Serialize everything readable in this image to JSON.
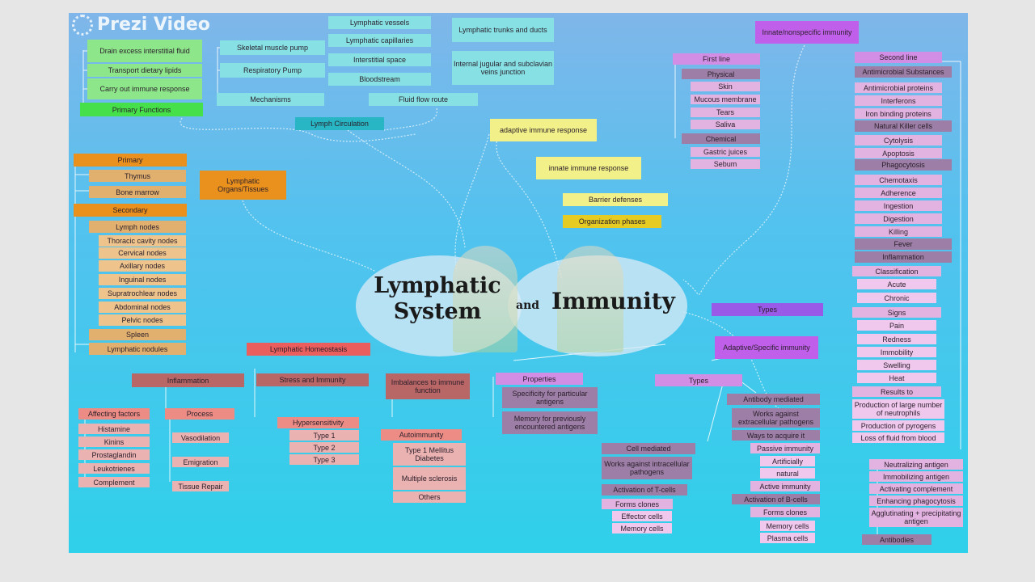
{
  "watermark": "Prezi Video",
  "title": {
    "line1": "Lymphatic",
    "line2": "System",
    "and": "and",
    "immunity": "Immunity"
  },
  "colors": {
    "green": "#8ee68a",
    "green_dark": "#46e04a",
    "teal": "#86e0e4",
    "teal_dark": "#28b6c4",
    "yellow": "#f2f088",
    "yellow_dark": "#e6cc22",
    "orange": "#ea901c",
    "orange_light": "#e2b06e",
    "orange_pale": "#eec48c",
    "red": "#ea5e5e",
    "rose": "#b86666",
    "salmon": "#ec8c84",
    "pink_red": "#ebb2b2",
    "purple": "#c060ea",
    "purple_blue": "#9a5ae8",
    "lilac": "#d28ee4",
    "mauve": "#9c7ea6",
    "pink": "#e2b2e0",
    "pink_light": "#f0c8ee"
  },
  "nodes": [
    {
      "id": "pf1",
      "label": "Drain excess interstitial fluid"
    },
    {
      "id": "pf2",
      "label": "Transport dietary lipids"
    },
    {
      "id": "pf3",
      "label": "Carry out immune response"
    },
    {
      "id": "pf",
      "label": "Primary Functions"
    },
    {
      "id": "m1",
      "label": "Skeletal muscle pump"
    },
    {
      "id": "m2",
      "label": "Respiratory Pump"
    },
    {
      "id": "m",
      "label": "Mechanisms"
    },
    {
      "id": "f1",
      "label": "Lymphatic vessels"
    },
    {
      "id": "f2",
      "label": "Lymphatic capillaries"
    },
    {
      "id": "f3",
      "label": "Interstitial space"
    },
    {
      "id": "f4",
      "label": "Bloodstream"
    },
    {
      "id": "f",
      "label": "Fluid flow route"
    },
    {
      "id": "f5",
      "label": "Lymphatic trunks and ducts"
    },
    {
      "id": "f6",
      "label": "Internal jugular and subclavian veins junction"
    },
    {
      "id": "lc",
      "label": "Lymph Circulation"
    },
    {
      "id": "air",
      "label": "adaptive immune response"
    },
    {
      "id": "iir",
      "label": "innate immune response"
    },
    {
      "id": "bd",
      "label": "Barrier defenses"
    },
    {
      "id": "op",
      "label": "Organization phases"
    },
    {
      "id": "inn",
      "label": "Innate/nonspecific immunity"
    },
    {
      "id": "fl",
      "label": "First line"
    },
    {
      "id": "phy",
      "label": "Physical"
    },
    {
      "id": "sk",
      "label": "Skin"
    },
    {
      "id": "mm",
      "label": "Mucous membrane"
    },
    {
      "id": "te",
      "label": "Tears"
    },
    {
      "id": "sa",
      "label": "Saliva"
    },
    {
      "id": "ch",
      "label": "Chemical"
    },
    {
      "id": "gj",
      "label": "Gastric juices"
    },
    {
      "id": "se",
      "label": "Sebum"
    },
    {
      "id": "sl",
      "label": "Second line"
    },
    {
      "id": "as",
      "label": "Antimicrobial Substances"
    },
    {
      "id": "ap",
      "label": "Antimicrobial proteins"
    },
    {
      "id": "ifn",
      "label": "Interferons"
    },
    {
      "id": "ibp",
      "label": "Iron binding proteins"
    },
    {
      "id": "nk",
      "label": "Natural Killer cells"
    },
    {
      "id": "cy",
      "label": "Cytolysis"
    },
    {
      "id": "apo",
      "label": "Apoptosis"
    },
    {
      "id": "ph",
      "label": "Phagocytosis"
    },
    {
      "id": "ct",
      "label": "Chemotaxis"
    },
    {
      "id": "ad",
      "label": "Adherence"
    },
    {
      "id": "ing",
      "label": "Ingestion"
    },
    {
      "id": "dig",
      "label": "Digestion"
    },
    {
      "id": "kil",
      "label": "Killing"
    },
    {
      "id": "fev",
      "label": "Fever"
    },
    {
      "id": "inf",
      "label": "Inflammation"
    },
    {
      "id": "cls",
      "label": "Classification"
    },
    {
      "id": "acu",
      "label": "Acute"
    },
    {
      "id": "chr",
      "label": "Chronic"
    },
    {
      "id": "sig",
      "label": "Signs"
    },
    {
      "id": "pai",
      "label": "Pain"
    },
    {
      "id": "red",
      "label": "Redness"
    },
    {
      "id": "imm",
      "label": "Immobility"
    },
    {
      "id": "swe",
      "label": "Swelling"
    },
    {
      "id": "hea",
      "label": "Heat"
    },
    {
      "id": "res",
      "label": "Results to"
    },
    {
      "id": "r1",
      "label": "Production of large number of neutrophils"
    },
    {
      "id": "r2",
      "label": "Production of pyrogens"
    },
    {
      "id": "r3",
      "label": "Loss of fluid from blood"
    },
    {
      "id": "typ",
      "label": "Types"
    },
    {
      "id": "asi",
      "label": "Adaptive/Specific immunity"
    },
    {
      "id": "pro",
      "label": "Properties"
    },
    {
      "id": "p1",
      "label": "Specificity for particular antigens"
    },
    {
      "id": "p2",
      "label": "Memory for previously encountered antigens"
    },
    {
      "id": "typ2",
      "label": "Types"
    },
    {
      "id": "abm",
      "label": "Antibody mediated"
    },
    {
      "id": "wae",
      "label": "Works against extracellular pathogens"
    },
    {
      "id": "wta",
      "label": "Ways to acquire it"
    },
    {
      "id": "pi",
      "label": "Passive immunity"
    },
    {
      "id": "art",
      "label": "Artificially"
    },
    {
      "id": "nat",
      "label": "natural"
    },
    {
      "id": "ai",
      "label": "Active immunity"
    },
    {
      "id": "ab",
      "label": "Activation of B-cells"
    },
    {
      "id": "fc1",
      "label": "Forms clones"
    },
    {
      "id": "mc1",
      "label": "Memory cells"
    },
    {
      "id": "pc",
      "label": "Plasma cells"
    },
    {
      "id": "cm",
      "label": "Cell mediated"
    },
    {
      "id": "wai",
      "label": "Works against intracellular pathogens"
    },
    {
      "id": "at",
      "label": "Activation of T-cells"
    },
    {
      "id": "fc2",
      "label": "Forms clones"
    },
    {
      "id": "ec",
      "label": "Effector cells"
    },
    {
      "id": "mc2",
      "label": "Memory cells"
    },
    {
      "id": "an1",
      "label": "Neutralizing antigen"
    },
    {
      "id": "an2",
      "label": "Immobilizing antigen"
    },
    {
      "id": "an3",
      "label": "Activating complement"
    },
    {
      "id": "an4",
      "label": "Enhancing phagocytosis"
    },
    {
      "id": "an5",
      "label": "Agglutinating + precipitating antigen"
    },
    {
      "id": "abs",
      "label": "Antibodies"
    },
    {
      "id": "pri",
      "label": "Primary"
    },
    {
      "id": "thy",
      "label": "Thymus"
    },
    {
      "id": "bm",
      "label": "Bone marrow"
    },
    {
      "id": "lot",
      "label": "Lymphatic Organs/Tissues"
    },
    {
      "id": "sec",
      "label": "Secondary"
    },
    {
      "id": "ln",
      "label": "Lymph nodes"
    },
    {
      "id": "n1",
      "label": "Thoracic cavity nodes"
    },
    {
      "id": "n2",
      "label": "Cervical nodes"
    },
    {
      "id": "n3",
      "label": "Axillary nodes"
    },
    {
      "id": "n4",
      "label": "Inguinal nodes"
    },
    {
      "id": "n5",
      "label": "Supratrochlear nodes"
    },
    {
      "id": "n6",
      "label": "Abdominal nodes"
    },
    {
      "id": "n7",
      "label": "Pelvic nodes"
    },
    {
      "id": "spl",
      "label": "Spleen"
    },
    {
      "id": "lnd",
      "label": "Lymphatic nodules"
    },
    {
      "id": "lh",
      "label": "Lymphatic Homeostasis"
    },
    {
      "id": "infl",
      "label": "Inflammation"
    },
    {
      "id": "sai",
      "label": "Stress and Immunity"
    },
    {
      "id": "iif",
      "label": "Imbalances to immune function"
    },
    {
      "id": "af",
      "label": "Affecting factors"
    },
    {
      "id": "his",
      "label": "Histamine"
    },
    {
      "id": "kin",
      "label": "Kinins"
    },
    {
      "id": "pg",
      "label": "Prostaglandin"
    },
    {
      "id": "lt",
      "label": "Leukotrienes"
    },
    {
      "id": "cmp",
      "label": "Complement"
    },
    {
      "id": "prc",
      "label": "Process"
    },
    {
      "id": "vas",
      "label": "Vasodilation"
    },
    {
      "id": "emi",
      "label": "Emigration"
    },
    {
      "id": "tr",
      "label": "Tissue Repair"
    },
    {
      "id": "hyp",
      "label": "Hypersensitivity"
    },
    {
      "id": "t1",
      "label": "Type 1"
    },
    {
      "id": "t2",
      "label": "Type 2"
    },
    {
      "id": "t3",
      "label": "Type 3"
    },
    {
      "id": "aut",
      "label": "Autoimmunity"
    },
    {
      "id": "dm",
      "label": "Type 1 Mellitus Diabetes"
    },
    {
      "id": "ms",
      "label": "Multiple sclerosis"
    },
    {
      "id": "oth",
      "label": "Others"
    }
  ]
}
